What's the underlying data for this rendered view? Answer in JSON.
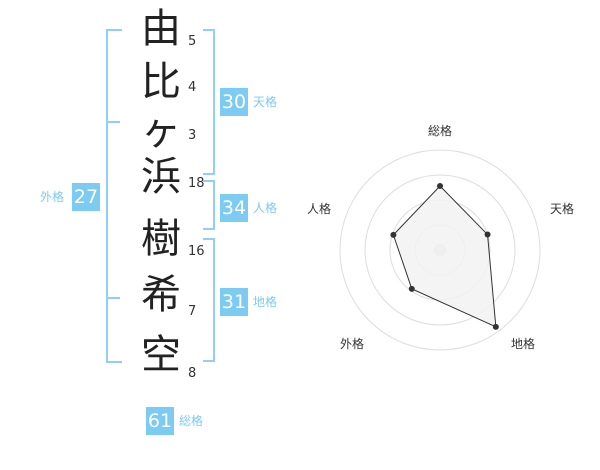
{
  "name": {
    "chars": [
      "由",
      "比",
      "ヶ",
      "浜",
      "樹",
      "希",
      "空"
    ],
    "strokes": [
      "5",
      "4",
      "3",
      "18",
      "16",
      "7",
      "8"
    ]
  },
  "kakusu": {
    "tenkaku": {
      "value": "30",
      "label": "天格"
    },
    "jinkaku": {
      "value": "34",
      "label": "人格"
    },
    "chikaku": {
      "value": "31",
      "label": "地格"
    },
    "gaikaku": {
      "value": "27",
      "label": "外格"
    },
    "soukaku": {
      "value": "61",
      "label": "総格"
    }
  },
  "radar": {
    "axes": [
      "総格",
      "天格",
      "地格",
      "外格",
      "人格"
    ],
    "levels": [
      0.64,
      0.5,
      0.95,
      0.48,
      0.49
    ],
    "colors": {
      "fill": "#f2f2f2",
      "line": "#333333",
      "grid": "#dddddd"
    }
  }
}
